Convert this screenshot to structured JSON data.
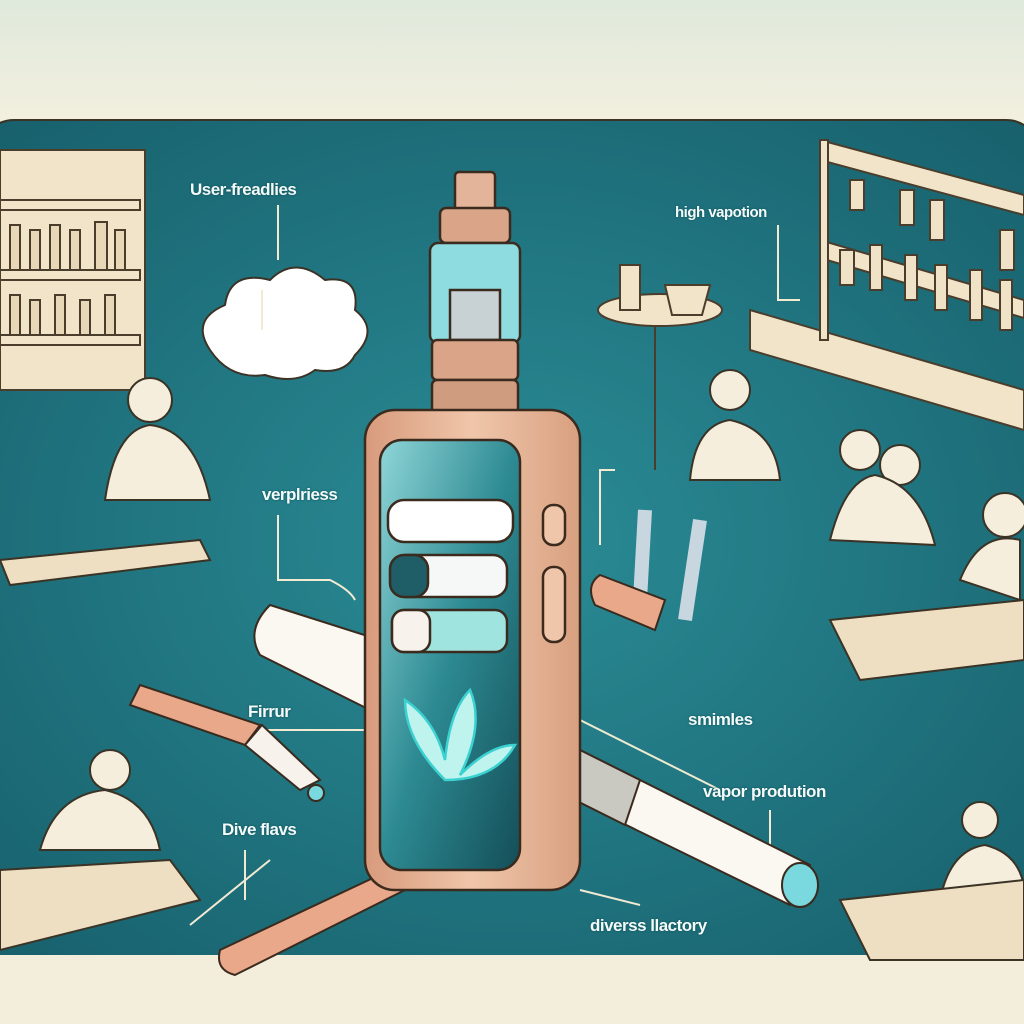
{
  "labels": {
    "user_friendly": "User-freadlies",
    "high_vaporization": "high vapotion",
    "versatility": "verplriess",
    "flavor": "Firrur",
    "smiles": "smimles",
    "vapor_production": "vapor prodution",
    "diverse_flavors": "Dive flavs",
    "diverse_battery": "diverss llactory"
  },
  "colors": {
    "panel": "#1f7b86",
    "device": "#e9b89a",
    "screen": "#2d8a92",
    "accent": "#6fe0e0",
    "line": "#f3ead2"
  }
}
